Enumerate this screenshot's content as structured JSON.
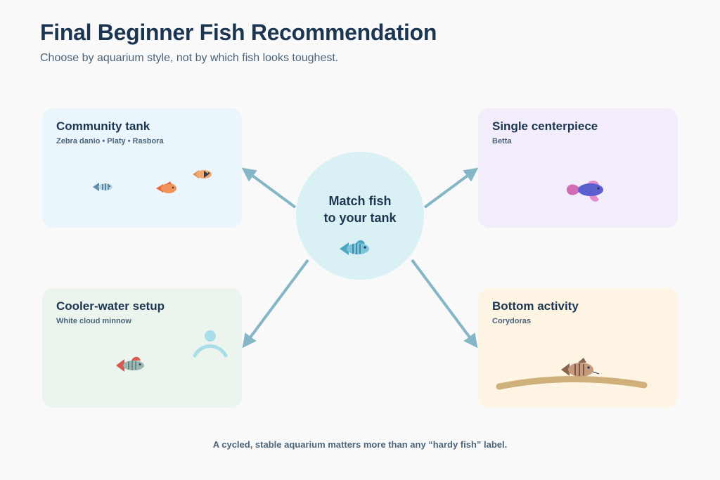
{
  "title": "Final Beginner Fish Recommendation",
  "subtitle": "Choose by aquarium style, not by which fish looks toughest.",
  "hub": {
    "line1": "Match fish",
    "line2": "to your tank"
  },
  "cards": {
    "community": {
      "title": "Community tank",
      "fish": "Zebra danio • Platy • Rasbora"
    },
    "single": {
      "title": "Single centerpiece",
      "fish": "Betta"
    },
    "cool": {
      "title": "Cooler-water setup",
      "fish": "White cloud minnow"
    },
    "bottom": {
      "title": "Bottom activity",
      "fish": "Corydoras"
    }
  },
  "footer": "A cycled, stable aquarium matters more than any “hardy fish” label.",
  "colors": {
    "arrow": "#84b6c6",
    "hub": "#d9f1f4",
    "title": "#1c3550"
  }
}
